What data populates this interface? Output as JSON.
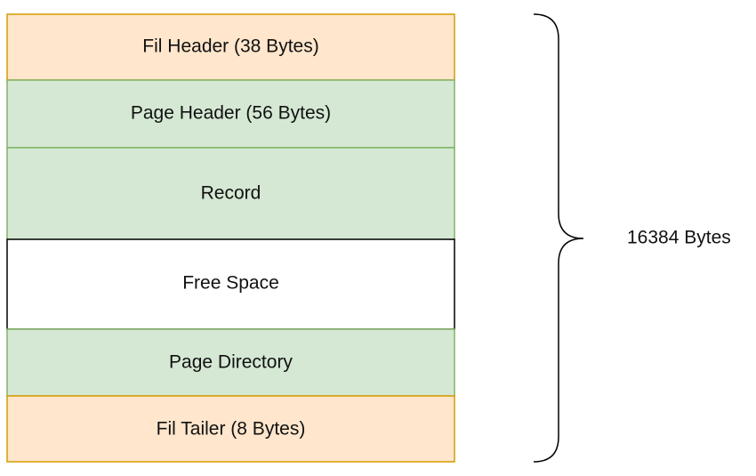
{
  "blocks": [
    {
      "label": "Fil Header (38 Bytes)",
      "fill": "#ffe6cc",
      "stroke": "#d79b00"
    },
    {
      "label": "Page Header (56 Bytes)",
      "fill": "#d5e8d4",
      "stroke": "#82b366"
    },
    {
      "label": "Record",
      "fill": "#d5e8d4",
      "stroke": "#82b366"
    },
    {
      "label": "Free Space",
      "fill": "#ffffff",
      "stroke": "#000000"
    },
    {
      "label": "Page Directory",
      "fill": "#d5e8d4",
      "stroke": "#82b366"
    },
    {
      "label": "Fil Tailer (8 Bytes)",
      "fill": "#ffe6cc",
      "stroke": "#d79b00"
    }
  ],
  "brace": {
    "label": "16384 Bytes",
    "stroke": "#000000"
  }
}
